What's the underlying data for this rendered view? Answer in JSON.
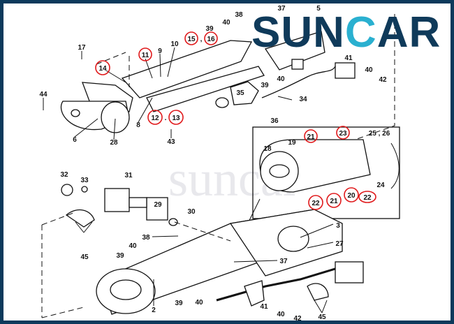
{
  "logo": {
    "text_before": "SUN",
    "text_c": "C",
    "text_after": "AR"
  },
  "watermark": "suncar",
  "colors": {
    "frame": "#0d3a5c",
    "logo": "#0f3a5a",
    "logo_accent": "#2ab0d0",
    "highlight": "#e0191b"
  },
  "labels": [
    "17",
    "14",
    "11",
    "9",
    "10",
    "15",
    "16",
    "39",
    "40",
    "38",
    "37",
    "5",
    "41",
    "40",
    "42",
    "44",
    "35",
    "34",
    "36",
    "8",
    "12",
    "13",
    "6",
    "28",
    "43",
    "39",
    "40",
    "21",
    "23",
    "25 , 26",
    "19",
    "18",
    "24",
    "22",
    "20",
    "21",
    "22",
    "32",
    "33",
    "31",
    "29",
    "30",
    "45",
    "38",
    "3",
    "27",
    "40",
    "39",
    "37",
    "2",
    "39",
    "40",
    "41",
    "40",
    "42",
    "45"
  ],
  "highlighted_parts": [
    "11",
    "12",
    "13",
    "14",
    "15",
    "16",
    "20",
    "21",
    "22",
    "23"
  ]
}
